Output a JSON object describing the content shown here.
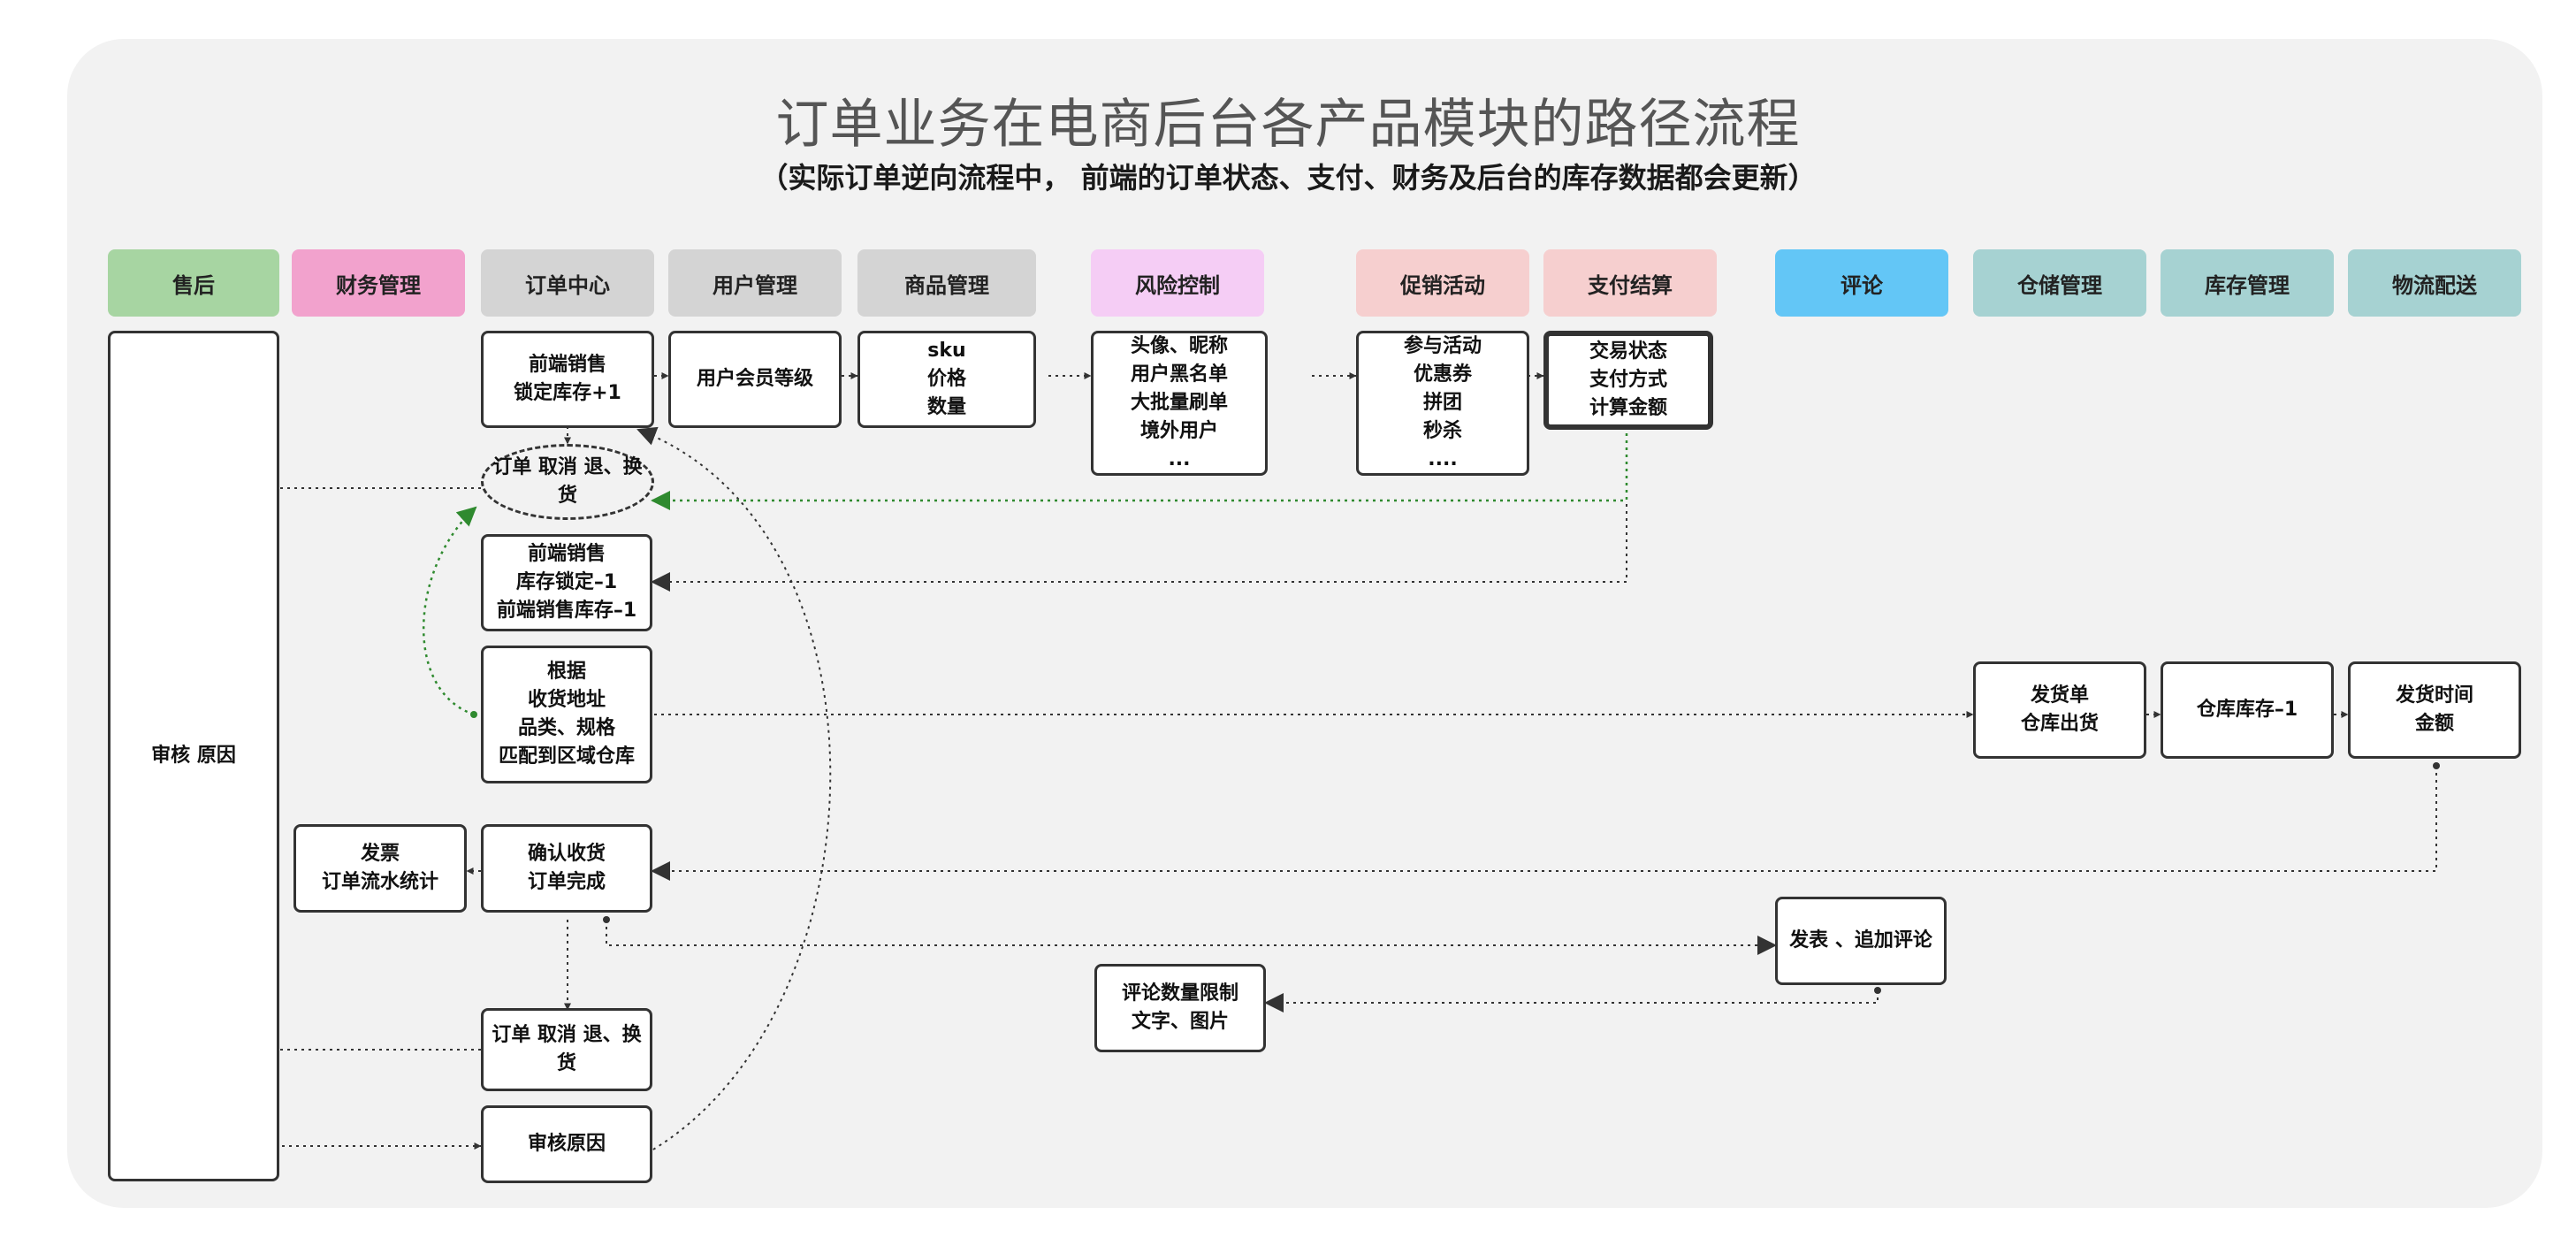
{
  "title": "订单业务在电商后台各产品模块的路径流程",
  "subtitle": "（实际订单逆向流程中， 前端的订单状态、支付、财务及后台的库存数据都会更新）",
  "lanes": [
    {
      "label": "售后",
      "color": "#a7d5a2"
    },
    {
      "label": "财务管理",
      "color": "#f2a2cd"
    },
    {
      "label": "订单中心",
      "color": "#d4d4d4"
    },
    {
      "label": "用户管理",
      "color": "#d4d4d4"
    },
    {
      "label": "商品管理",
      "color": "#d4d4d4"
    },
    {
      "label": "风险控制",
      "color": "#f5cdf5"
    },
    {
      "label": "促销活动",
      "color": "#f6cfcf"
    },
    {
      "label": "支付结算",
      "color": "#f6cfcf"
    },
    {
      "label": "评论",
      "color": "#63c6f6"
    },
    {
      "label": "仓储管理",
      "color": "#a6d2d2"
    },
    {
      "label": "库存管理",
      "color": "#a6d2d2"
    },
    {
      "label": "物流配送",
      "color": "#a6d2d2"
    }
  ],
  "nodes": {
    "aftersale_review": [
      "审核   原因"
    ],
    "presale_lock_plus": [
      "前端销售",
      "锁定库存+1"
    ],
    "member_level": [
      "用户会员等级"
    ],
    "product_info": [
      "sku",
      "价格",
      "数量"
    ],
    "risk_checks": [
      "头像、昵称",
      "用户黑名单",
      "大批量刷单",
      "境外用户",
      "..."
    ],
    "promotions": [
      "参与活动",
      "优惠券",
      "拼团",
      "秒杀",
      "...."
    ],
    "payment": [
      "交易状态",
      "支付方式",
      "计算金额"
    ],
    "order_cancel_top": [
      "订单 取消 退、换",
      "货"
    ],
    "presale_lock_minus": [
      "前端销售",
      "库存锁定–1",
      "前端销售库存–1"
    ],
    "warehouse_match": [
      "根据",
      "收货地址",
      "品类、规格",
      "匹配到区域仓库"
    ],
    "ship_order": [
      "发货单",
      "仓库出货"
    ],
    "warehouse_stock_minus": [
      "仓库库存–1"
    ],
    "ship_time": [
      "发货时间",
      "金额"
    ],
    "invoice": [
      "发票",
      "订单流水统计"
    ],
    "confirm_receipt": [
      "确认收货",
      "订单完成"
    ],
    "post_review": [
      "发表 、追加评论"
    ],
    "review_limits": [
      "评论数量限制",
      "文字、图片"
    ],
    "order_cancel_bottom": [
      "订单 取消 退、换",
      "货"
    ],
    "review_reason": [
      "审核原因"
    ]
  }
}
